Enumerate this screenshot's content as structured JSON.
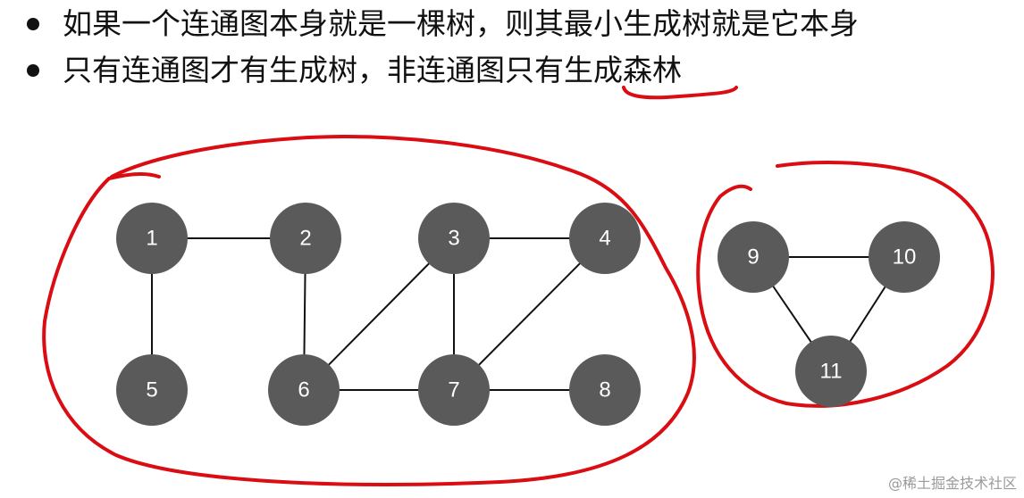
{
  "bullets": [
    {
      "text": "如果一个连通图本身就是一棵树，则其最小生成树就是它本身"
    },
    {
      "prefix": "只有连通图才有生成树，非连通图只有",
      "highlight": "生成森林"
    }
  ],
  "graph": {
    "nodes": [
      {
        "id": 1,
        "label": "1"
      },
      {
        "id": 2,
        "label": "2"
      },
      {
        "id": 3,
        "label": "3"
      },
      {
        "id": 4,
        "label": "4"
      },
      {
        "id": 5,
        "label": "5"
      },
      {
        "id": 6,
        "label": "6"
      },
      {
        "id": 7,
        "label": "7"
      },
      {
        "id": 8,
        "label": "8"
      },
      {
        "id": 9,
        "label": "9"
      },
      {
        "id": 10,
        "label": "10"
      },
      {
        "id": 11,
        "label": "11"
      }
    ],
    "edges": [
      [
        1,
        2
      ],
      [
        1,
        5
      ],
      [
        2,
        6
      ],
      [
        3,
        4
      ],
      [
        3,
        6
      ],
      [
        3,
        7
      ],
      [
        4,
        7
      ],
      [
        6,
        7
      ],
      [
        7,
        8
      ],
      [
        9,
        10
      ],
      [
        9,
        11
      ],
      [
        10,
        11
      ]
    ],
    "components": [
      [
        1,
        2,
        3,
        4,
        5,
        6,
        7,
        8
      ],
      [
        9,
        10,
        11
      ]
    ]
  },
  "colors": {
    "node_fill": "#5a5a5a",
    "edge": "#111111",
    "annotation_red": "#d90d12",
    "text": "#111111"
  },
  "watermark": "@稀土掘金技术社区"
}
